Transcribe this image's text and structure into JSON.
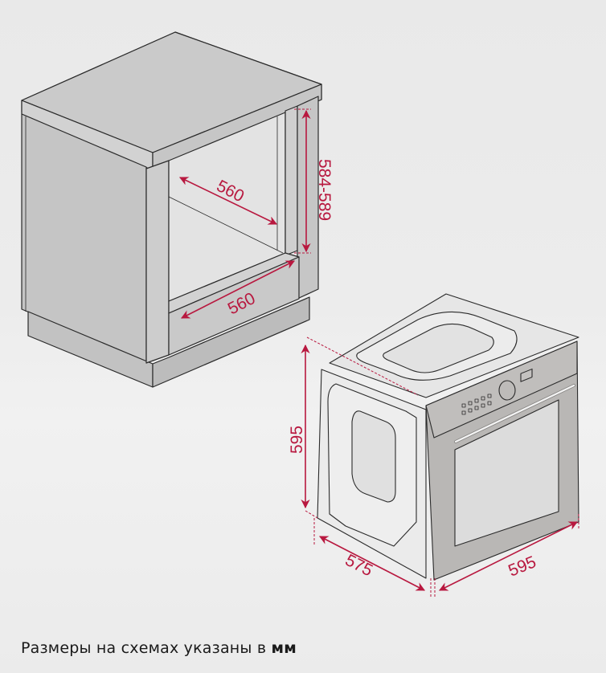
{
  "caption": {
    "text": "Размеры на схемах указаны в",
    "unit": "мм"
  },
  "niche": {
    "depth_label": "560",
    "width_label": "560",
    "height_label": "584-589"
  },
  "oven": {
    "height_label": "595",
    "depth_label": "575",
    "width_label": "595"
  },
  "colors": {
    "dimension": "#b8183f",
    "cabinet": "#c8c8c8",
    "cabinet_dark": "#bcbcbc",
    "oven_front": "#b9b7b5",
    "oven_glass": "#dcdcdc",
    "outline": "#2a2a2a",
    "background": "#ebebeb"
  }
}
